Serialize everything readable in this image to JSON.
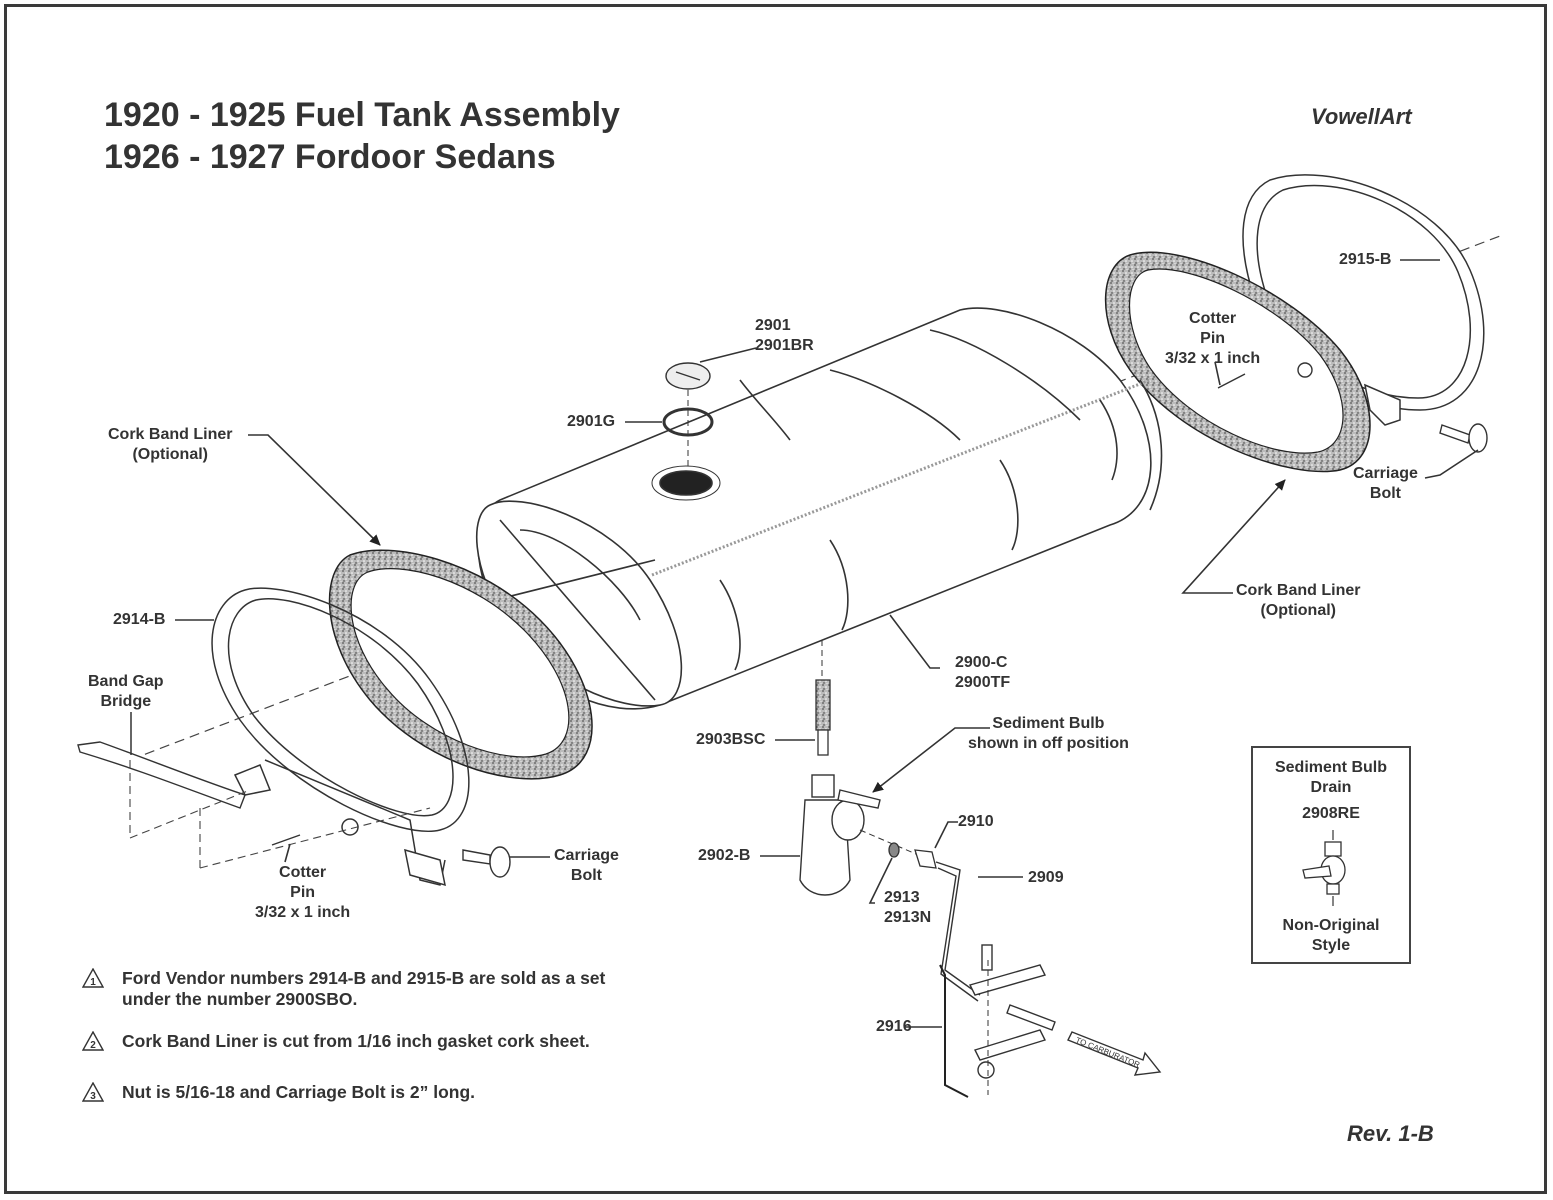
{
  "header": {
    "title_line1": "1920 - 1925 Fuel Tank Assembly",
    "title_line2": "1926 - 1927 Fordoor Sedans",
    "brand": "VowellArt",
    "revision": "Rev. 1-B"
  },
  "callouts": {
    "cap": [
      "2901",
      "2901BR"
    ],
    "gasket": "2901G",
    "cork_left": [
      "Cork Band Liner",
      "(Optional)"
    ],
    "cork_right": [
      "Cork Band Liner",
      "(Optional)"
    ],
    "band_left": "2914-B",
    "band_right": "2915-B",
    "band_gap_bridge": [
      "Band Gap",
      "Bridge"
    ],
    "cotter_left": [
      "Cotter",
      "Pin",
      "3/32 x 1 inch"
    ],
    "cotter_right": [
      "Cotter",
      "Pin",
      "3/32 x 1 inch"
    ],
    "bolt_left": [
      "Carriage",
      "Bolt"
    ],
    "bolt_right": [
      "Carriage",
      "Bolt"
    ],
    "tank": [
      "2900-C",
      "2900TF"
    ],
    "screen": "2903BSC",
    "sediment_bulb_note": [
      "Sediment Bulb",
      "shown in off position"
    ],
    "sediment_bulb": "2902-B",
    "nut_fitting": "2910",
    "fuel_line": "2909",
    "sleeve": [
      "2913",
      "2913N"
    ],
    "clamp": "2916",
    "carburetor_arrow": "TO CARBURATOR"
  },
  "inset": {
    "title": [
      "Sediment Bulb",
      "Drain"
    ],
    "part": "2908RE",
    "footer": [
      "Non-Original",
      "Style"
    ]
  },
  "notes": [
    {
      "num": "1",
      "text": [
        "Ford Vendor numbers 2914-B and 2915-B are sold as a set",
        "under the number 2900SBO."
      ]
    },
    {
      "num": "2",
      "text": [
        "Cork Band Liner is cut from 1/16 inch gasket cork sheet."
      ]
    },
    {
      "num": "3",
      "text": [
        "Nut is 5/16-18 and Carriage Bolt is 2” long."
      ]
    }
  ]
}
